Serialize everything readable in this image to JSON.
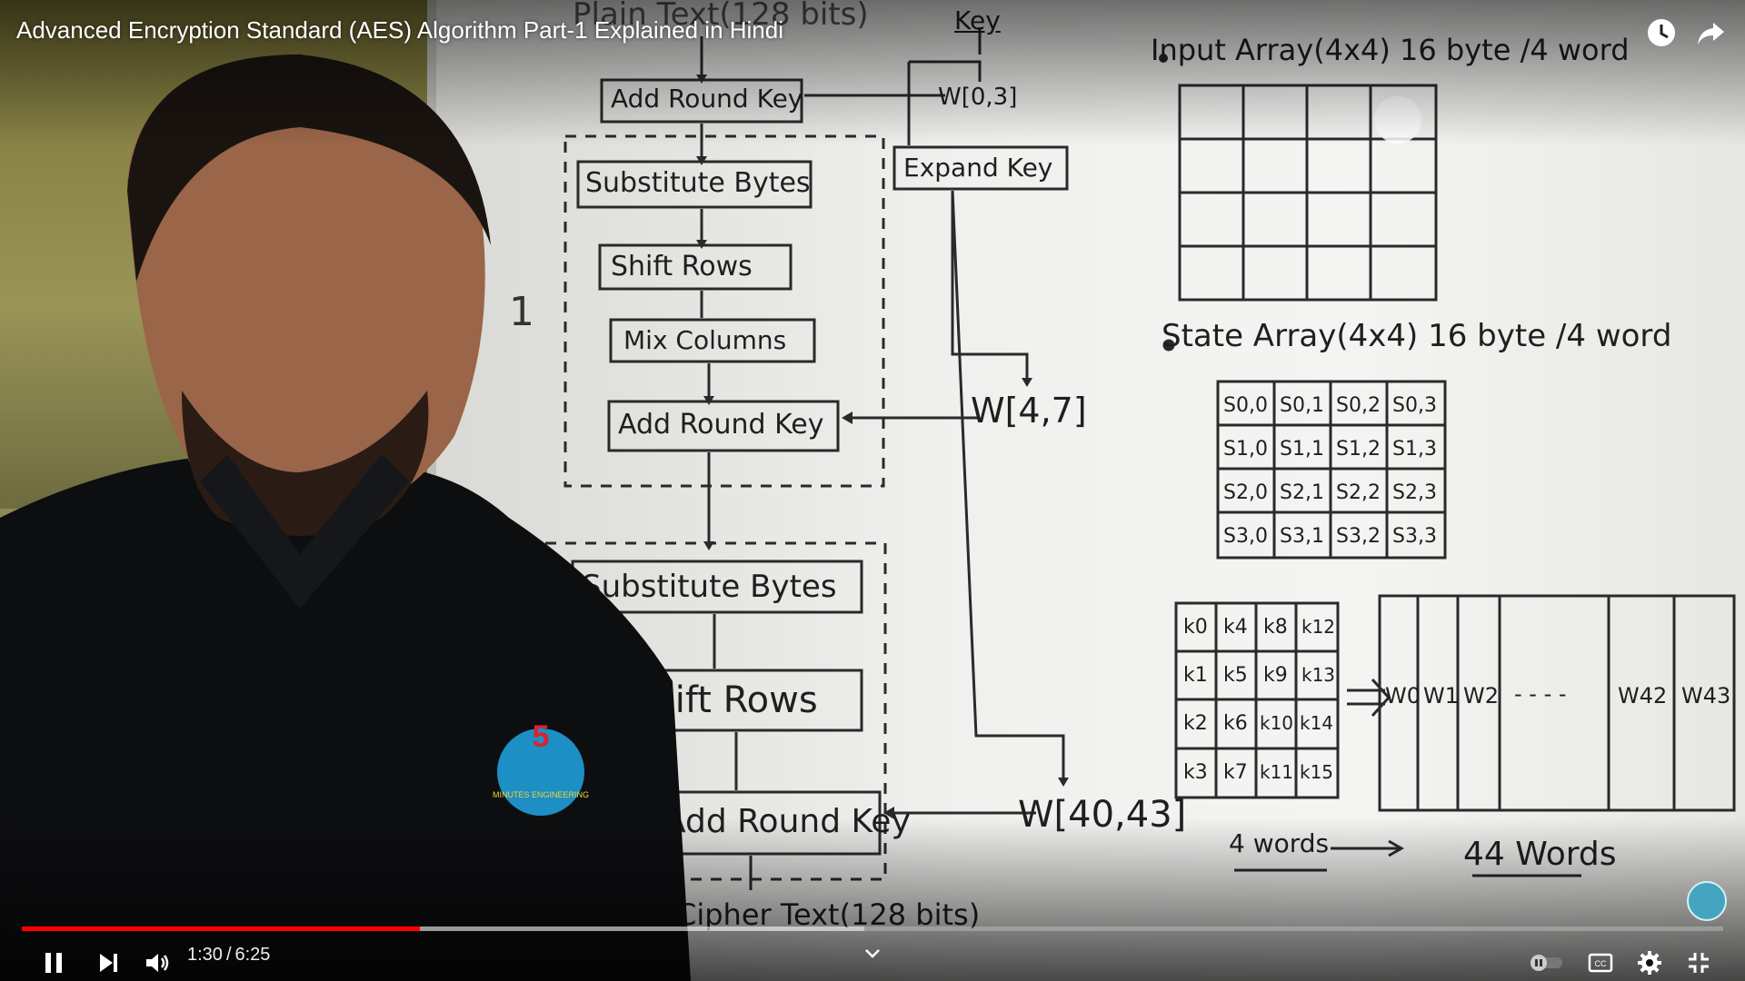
{
  "player": {
    "title": "Advanced Encryption Standard (AES) Algorithm Part-1 Explained in Hindi",
    "current_time": "1:30",
    "duration": "6:25",
    "progress_played": 0.234,
    "progress_buffered": 0.495,
    "colors": {
      "played": "#ff0000",
      "buffer": "#cfcfcf",
      "text": "#ffffff"
    },
    "icons": [
      "watch-later-icon",
      "share-icon",
      "pause-icon",
      "next-icon",
      "volume-icon",
      "chevron-down-icon",
      "autoplay-toggle-icon",
      "subtitles-icon",
      "settings-icon",
      "exit-fullscreen-icon"
    ]
  },
  "board": {
    "plaintext_label": "Plain Text(128 bits)",
    "key_label": "Key",
    "add_round_key": "Add Round Key",
    "substitute_bytes": "Substitute Bytes",
    "shift_rows": "Shift Rows",
    "mix_columns": "Mix Columns",
    "expand_key": "Expand Key",
    "w03": "W[0,3]",
    "w47": "W[4,7]",
    "w4043": "W[40,43]",
    "ciphertext_label": "Cipher Text(128 bits)",
    "input_array_label": "Input Array(4x4) 16 byte /4 word",
    "state_array_label": "State Array(4x4) 16 byte /4 word",
    "state_cells": [
      [
        "S0,0",
        "S0,1",
        "S0,2",
        "S0,3"
      ],
      [
        "S1,0",
        "S1,1",
        "S1,2",
        "S1,3"
      ],
      [
        "S2,0",
        "S2,1",
        "S2,2",
        "S2,3"
      ],
      [
        "S3,0",
        "S3,1",
        "S3,2",
        "S3,3"
      ]
    ],
    "key_cells": [
      [
        "k0",
        "k4",
        "k8",
        "k12"
      ],
      [
        "k1",
        "k5",
        "k9",
        "k13"
      ],
      [
        "k2",
        "k6",
        "k10",
        "k14"
      ],
      [
        "k3",
        "k7",
        "k11",
        "k15"
      ]
    ],
    "words": [
      "W0",
      "W1",
      "W2",
      "- - - -",
      "W42",
      "W43"
    ],
    "four_words": "4 words",
    "forty_four_words": "44 Words",
    "side_digit": "1"
  },
  "presenter": {
    "logo_number": "5",
    "logo_text": "MINUTES ENGINEERING"
  }
}
